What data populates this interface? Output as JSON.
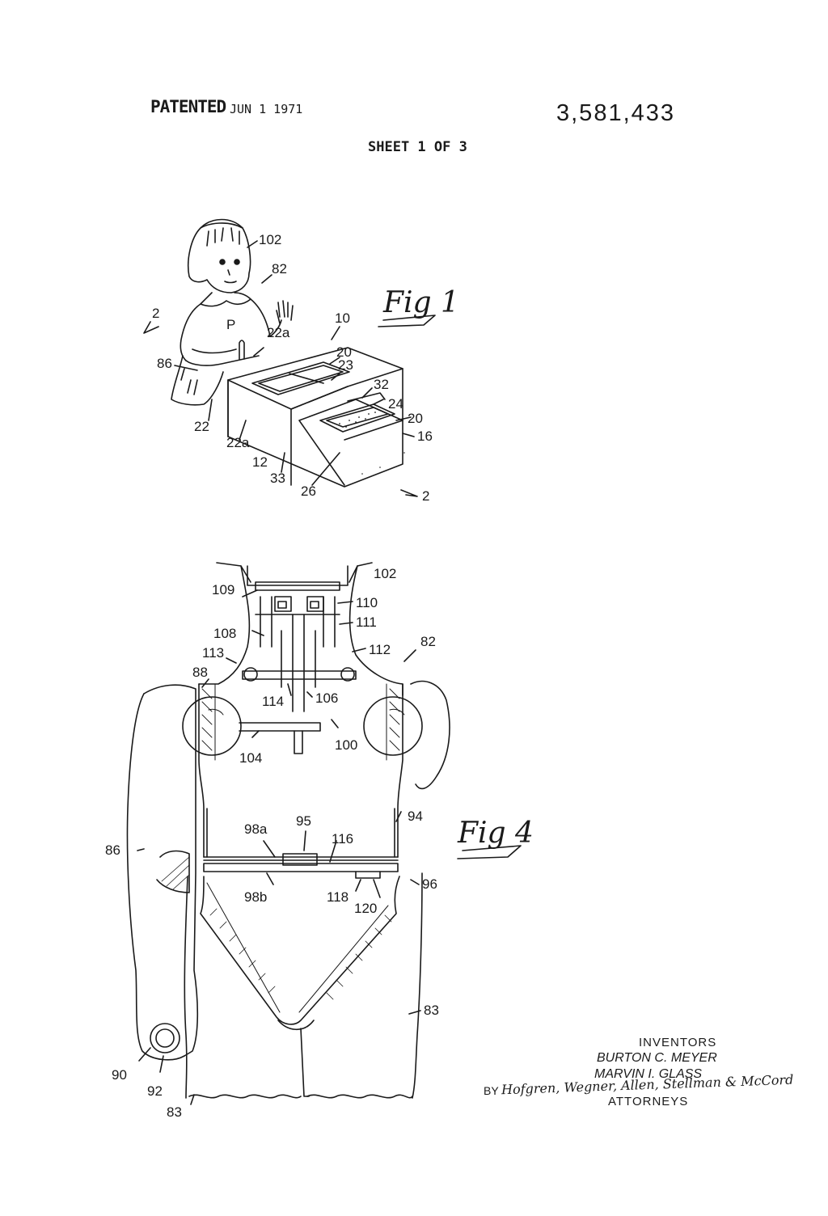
{
  "header": {
    "patented_label": "PATENTED",
    "date": "JUN   1 1971",
    "patent_number": "3,581,433",
    "sheet": "SHEET 1 OF 3"
  },
  "figures": {
    "fig1": {
      "label": "Fig 1",
      "refs": [
        "102",
        "82",
        "2",
        "10",
        "P",
        "22a",
        "86",
        "20",
        "23",
        "32",
        "24",
        "20",
        "16",
        "22",
        "22a",
        "12",
        "33",
        "26",
        "2"
      ]
    },
    "fig4": {
      "label": "Fig 4",
      "refs": [
        "102",
        "109",
        "110",
        "108",
        "111",
        "113",
        "112",
        "82",
        "88",
        "114",
        "106",
        "104",
        "100",
        "94",
        "98a",
        "95",
        "116",
        "86",
        "98b",
        "118",
        "120",
        "96",
        "83",
        "90",
        "92",
        "83"
      ]
    }
  },
  "inventors": {
    "heading": "INVENTORS",
    "names": [
      "BURTON C. MEYER",
      "MARVIN I. GLASS"
    ]
  },
  "attorneys": {
    "by": "BY",
    "firm_signature": "Hofgren, Wegner, Allen, Stellman & McCord",
    "heading": "ATTORNEYS"
  }
}
